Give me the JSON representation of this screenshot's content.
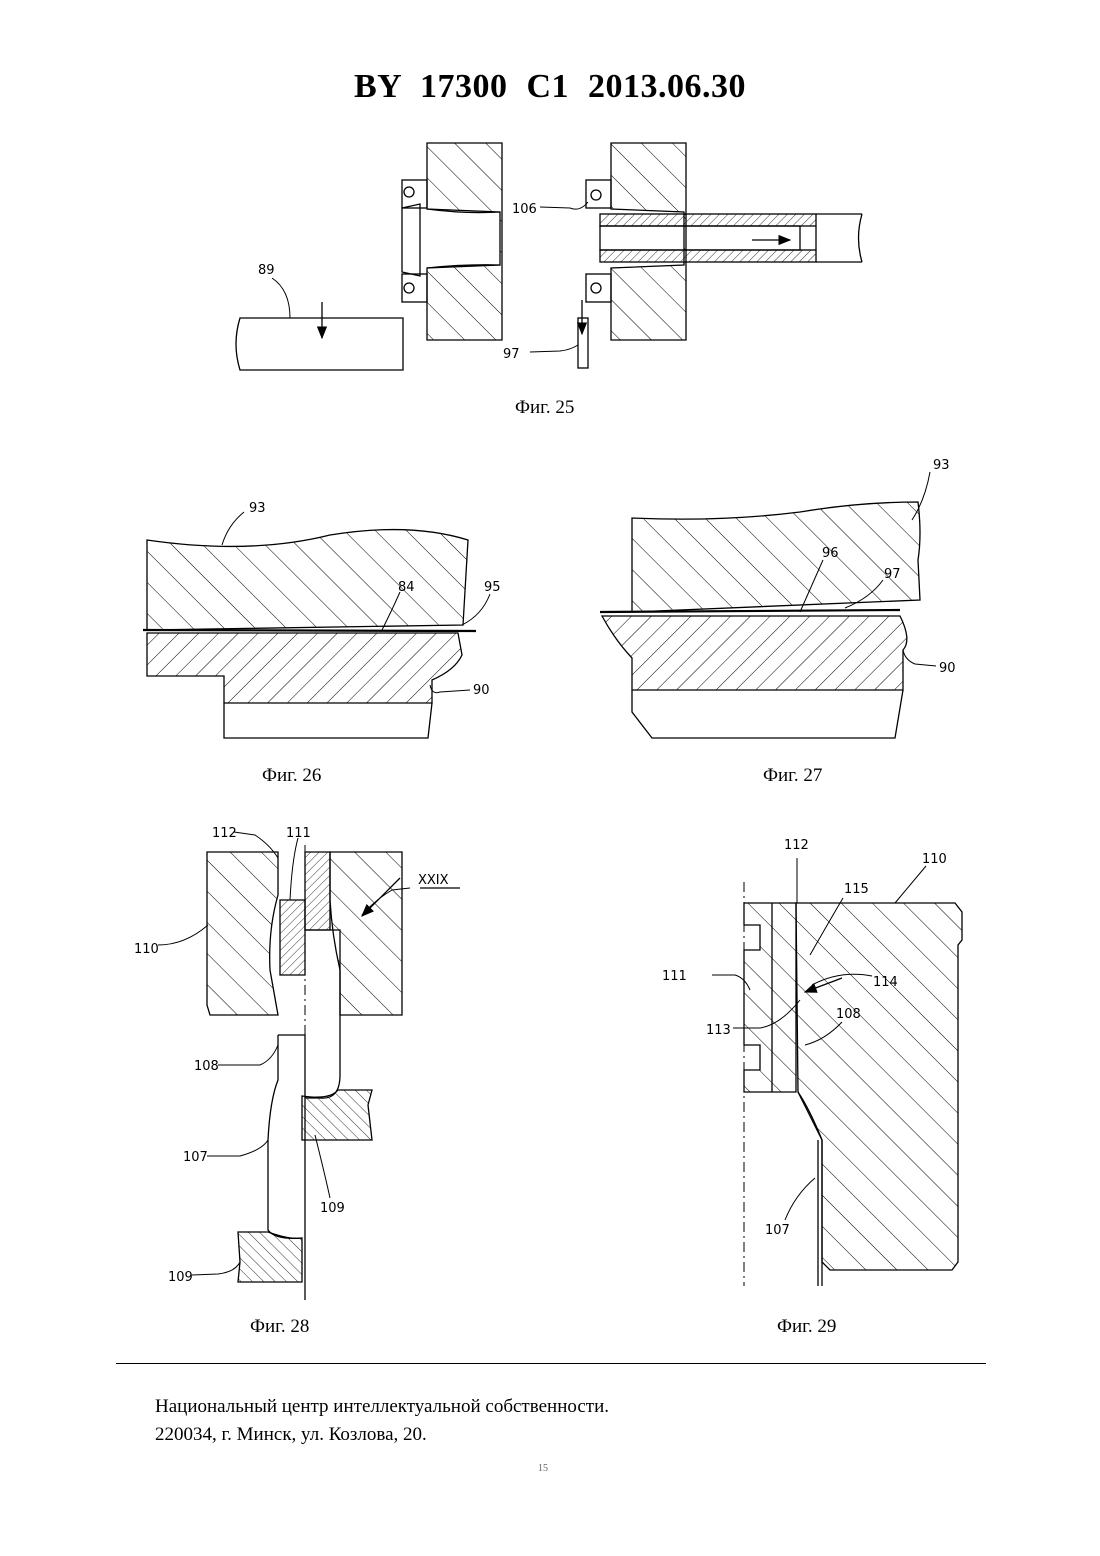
{
  "header": {
    "title": "BY  17300  C1  2013.06.30"
  },
  "figures": {
    "fig25": {
      "caption": "Фиг. 25",
      "labels": {
        "l89": "89",
        "l106": "106",
        "l97": "97"
      }
    },
    "fig26": {
      "caption": "Фиг. 26",
      "labels": {
        "l93": "93",
        "l84": "84",
        "l95": "95",
        "l90": "90"
      }
    },
    "fig27": {
      "caption": "Фиг. 27",
      "labels": {
        "l93": "93",
        "l96": "96",
        "l97": "97",
        "l90": "90"
      }
    },
    "fig28": {
      "caption": "Фиг. 28",
      "labels": {
        "l112": "112",
        "l111": "111",
        "l110": "110",
        "lxxix": "XXIX",
        "l108": "108",
        "l107": "107",
        "l109a": "109",
        "l109b": "109"
      }
    },
    "fig29": {
      "caption": "Фиг. 29",
      "labels": {
        "l112": "112",
        "l110": "110",
        "l115": "115",
        "l111": "111",
        "l114": "114",
        "l108": "108",
        "l113": "113",
        "l107": "107"
      }
    }
  },
  "footer": {
    "line1": "Национальный центр интеллектуальной собственности.",
    "line2": "220034, г. Минск, ул. Козлова, 20."
  },
  "page_number": "15"
}
